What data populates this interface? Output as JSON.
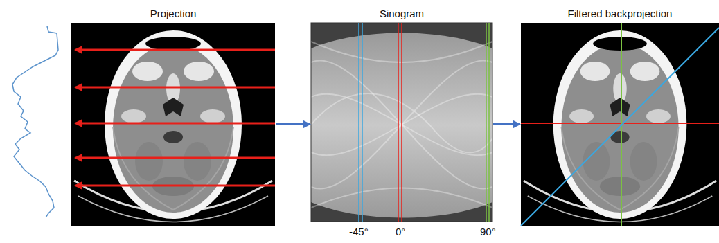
{
  "diagram": {
    "nodes": [
      {
        "text": [
          "Projection"
        ]
      },
      {
        "text": [
          "Sinogram"
        ]
      },
      {
        "text": [
          "Filtered backprojection"
        ]
      }
    ],
    "edges": [
      {
        "from": 0,
        "to": 1,
        "arrow": "to"
      },
      {
        "from": 1,
        "to": 2,
        "arrow": "to"
      }
    ],
    "labels": [
      "-45°",
      "0°",
      "90°"
    ]
  }
}
